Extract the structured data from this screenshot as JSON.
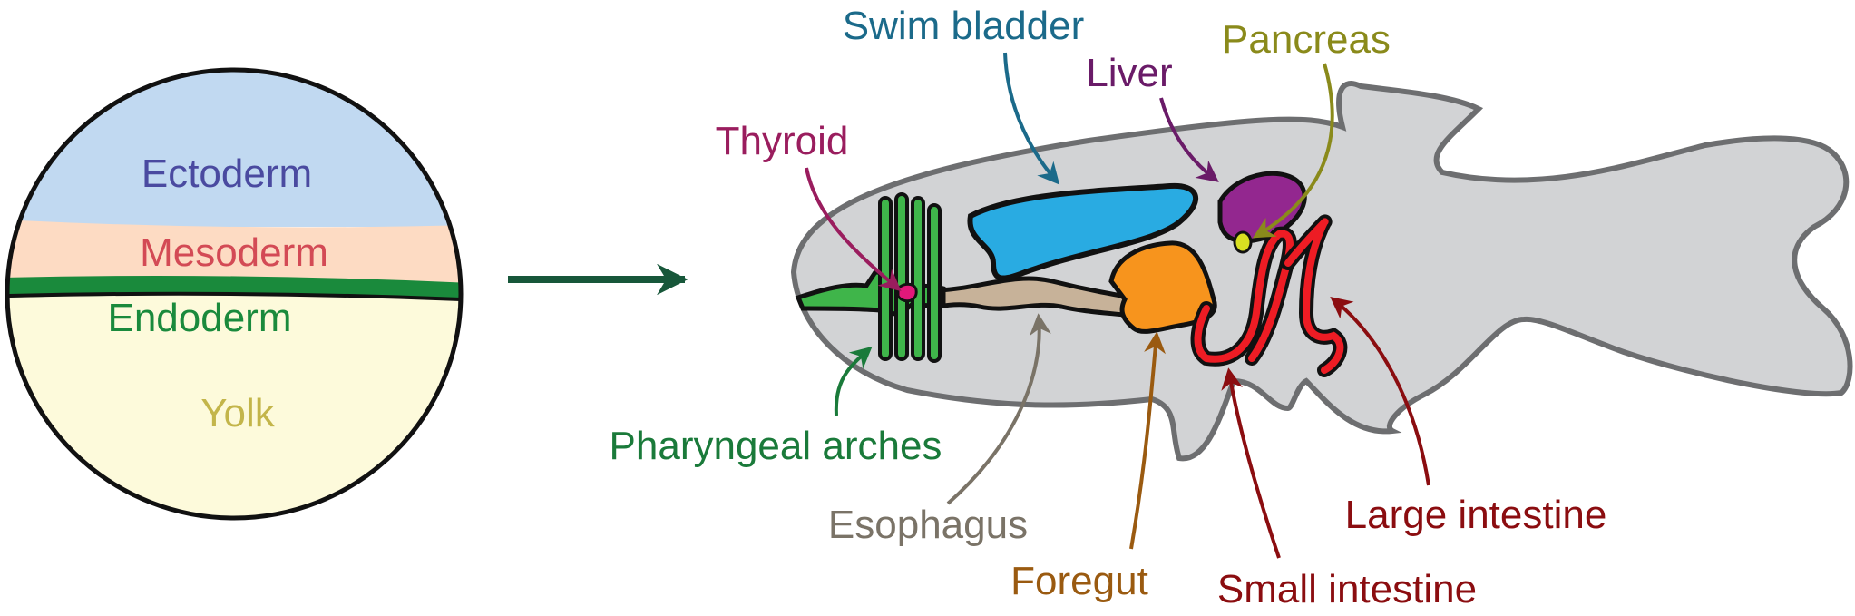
{
  "embryo": {
    "ectoderm": "Ectoderm",
    "mesoderm": "Mesoderm",
    "endoderm": "Endoderm",
    "yolk": "Yolk"
  },
  "fish_labels": {
    "swim_bladder": "Swim bladder",
    "pancreas": "Pancreas",
    "liver": "Liver",
    "thyroid": "Thyroid",
    "pharyngeal_arches": "Pharyngeal arches",
    "esophagus": "Esophagus",
    "foregut": "Foregut",
    "small_intestine": "Small intestine",
    "large_intestine": "Large intestine"
  },
  "colors": {
    "ectoderm_fill": "#c1d9f1",
    "ectoderm_text": "#4a4aa0",
    "mesoderm_fill": "#fddbc3",
    "mesoderm_text": "#d34a55",
    "endoderm": "#1a8a3c",
    "yolk_fill": "#fdfadb",
    "yolk_text": "#c3b54a",
    "arrow_main": "#17573a",
    "fish_body": "#d2d3d5",
    "fish_outline": "#6d6e70",
    "swim_bladder": "#29abe2",
    "swim_bladder_text": "#1b6a8a",
    "liver": "#93278f",
    "liver_text": "#6a1b68",
    "pancreas": "#d9e021",
    "pancreas_text": "#8a8a1b",
    "thyroid": "#e2187a",
    "thyroid_text": "#9a1d5e",
    "pharyngeal": "#3fb54a",
    "pharyngeal_text": "#1a7a3a",
    "esophagus": "#c7b299",
    "esophagus_text": "#7a7367",
    "foregut": "#f7941d",
    "foregut_text": "#9a5a10",
    "intestine": "#ed1c24",
    "intestine_text": "#8b0d10"
  }
}
